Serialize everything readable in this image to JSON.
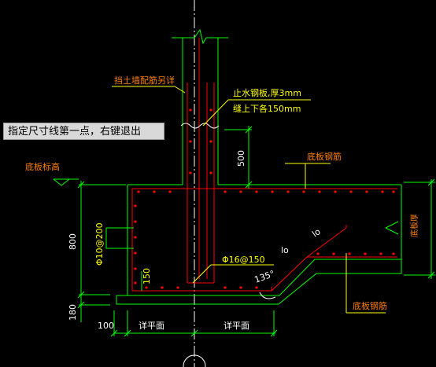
{
  "labels": {
    "retaining_wall_rebar": "挡土墙配筋另详",
    "waterstop_plate": "止水钢板,厚3mm",
    "seam_up_down": "缝上下各150mm",
    "floor_bottom_elevation": "底板标高",
    "floor_rebar_top": "底板钢筋",
    "floor_rebar_bottom": "底板钢筋",
    "floor_thickness": "底板厚",
    "dim_500": "500",
    "dim_800": "800",
    "dim_180": "180",
    "dim_100": "100",
    "dim_150": "150",
    "stirrup_left": "Φ10@200",
    "bar_spec": "Φ16@150",
    "angle_135": "135°",
    "lo_diag": "lo",
    "lo_horiz": "lo",
    "plan_left": "详平面",
    "plan_right": "详平面"
  },
  "tooltip": {
    "text": "指定尺寸线第一点，右键退出"
  },
  "colors": {
    "background": "#000000",
    "concrete": "#00ff00",
    "rebar": "#ff0000",
    "dimension": "#00ff00",
    "label": "#ff7f00",
    "centerline": "#ffffff",
    "text_white": "#ffffff",
    "text_yellow": "#ffff00"
  }
}
